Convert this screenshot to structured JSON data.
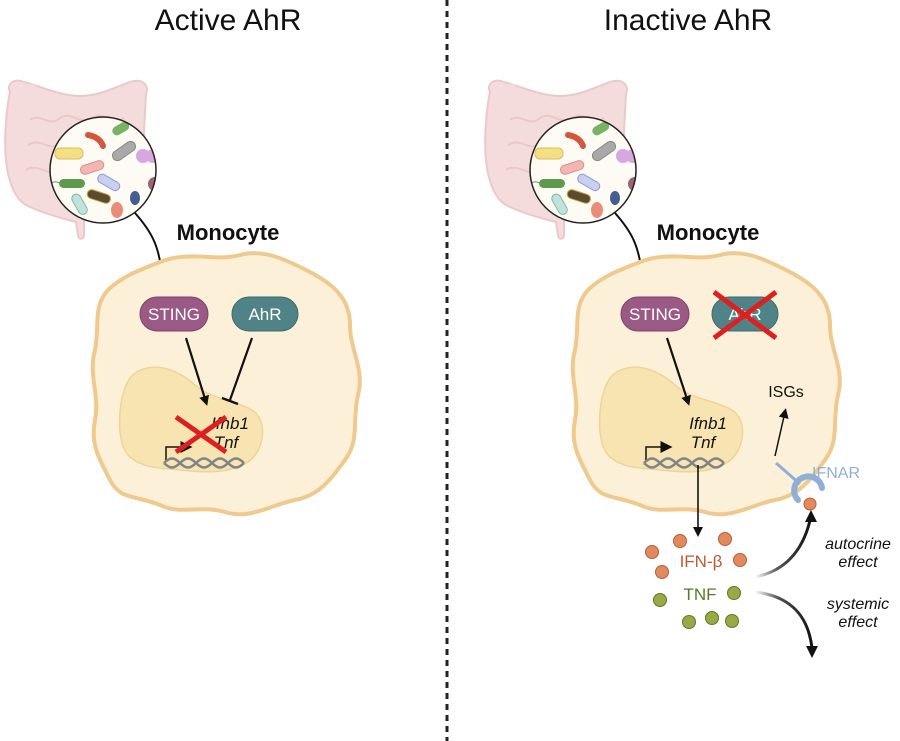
{
  "panels": [
    {
      "title": "Active AhR",
      "cell_label": "Monocyte",
      "sting_label": "STING",
      "ahr_label": "AhR",
      "ahr_state": "active",
      "genes": [
        "Ifnb1",
        "Tnf"
      ],
      "transcription_blocked": true
    },
    {
      "title": "Inactive AhR",
      "cell_label": "Monocyte",
      "sting_label": "STING",
      "ahr_label": "AhR",
      "ahr_state": "inactive",
      "genes": [
        "Ifnb1",
        "Tnf"
      ],
      "transcription_blocked": false,
      "isgs_label": "ISGs",
      "receptor_label": "IFNAR",
      "cytokines": [
        "IFN-β",
        "TNF"
      ],
      "effects": {
        "autocrine": [
          "autocrine",
          "effect"
        ],
        "systemic": [
          "systemic",
          "effect"
        ]
      }
    }
  ],
  "colors": {
    "sting": "#9b5a86",
    "ahr": "#4f8388",
    "cell_fill": "#fcf1d8",
    "cell_border": "#f0c98e",
    "nucleus_fill": "#f8e4b0",
    "cross": "#dd1f1f",
    "ifn": "#e08a5e",
    "tnf": "#9aa845",
    "ifnar": "#8fb0d6"
  },
  "icons": {
    "intestine": "intestine-icon",
    "microbiota": "bacteria-magnifier-icon",
    "dna": "dna-icon",
    "promoter": "promoter-arrow-icon",
    "cross": "red-x-icon"
  }
}
